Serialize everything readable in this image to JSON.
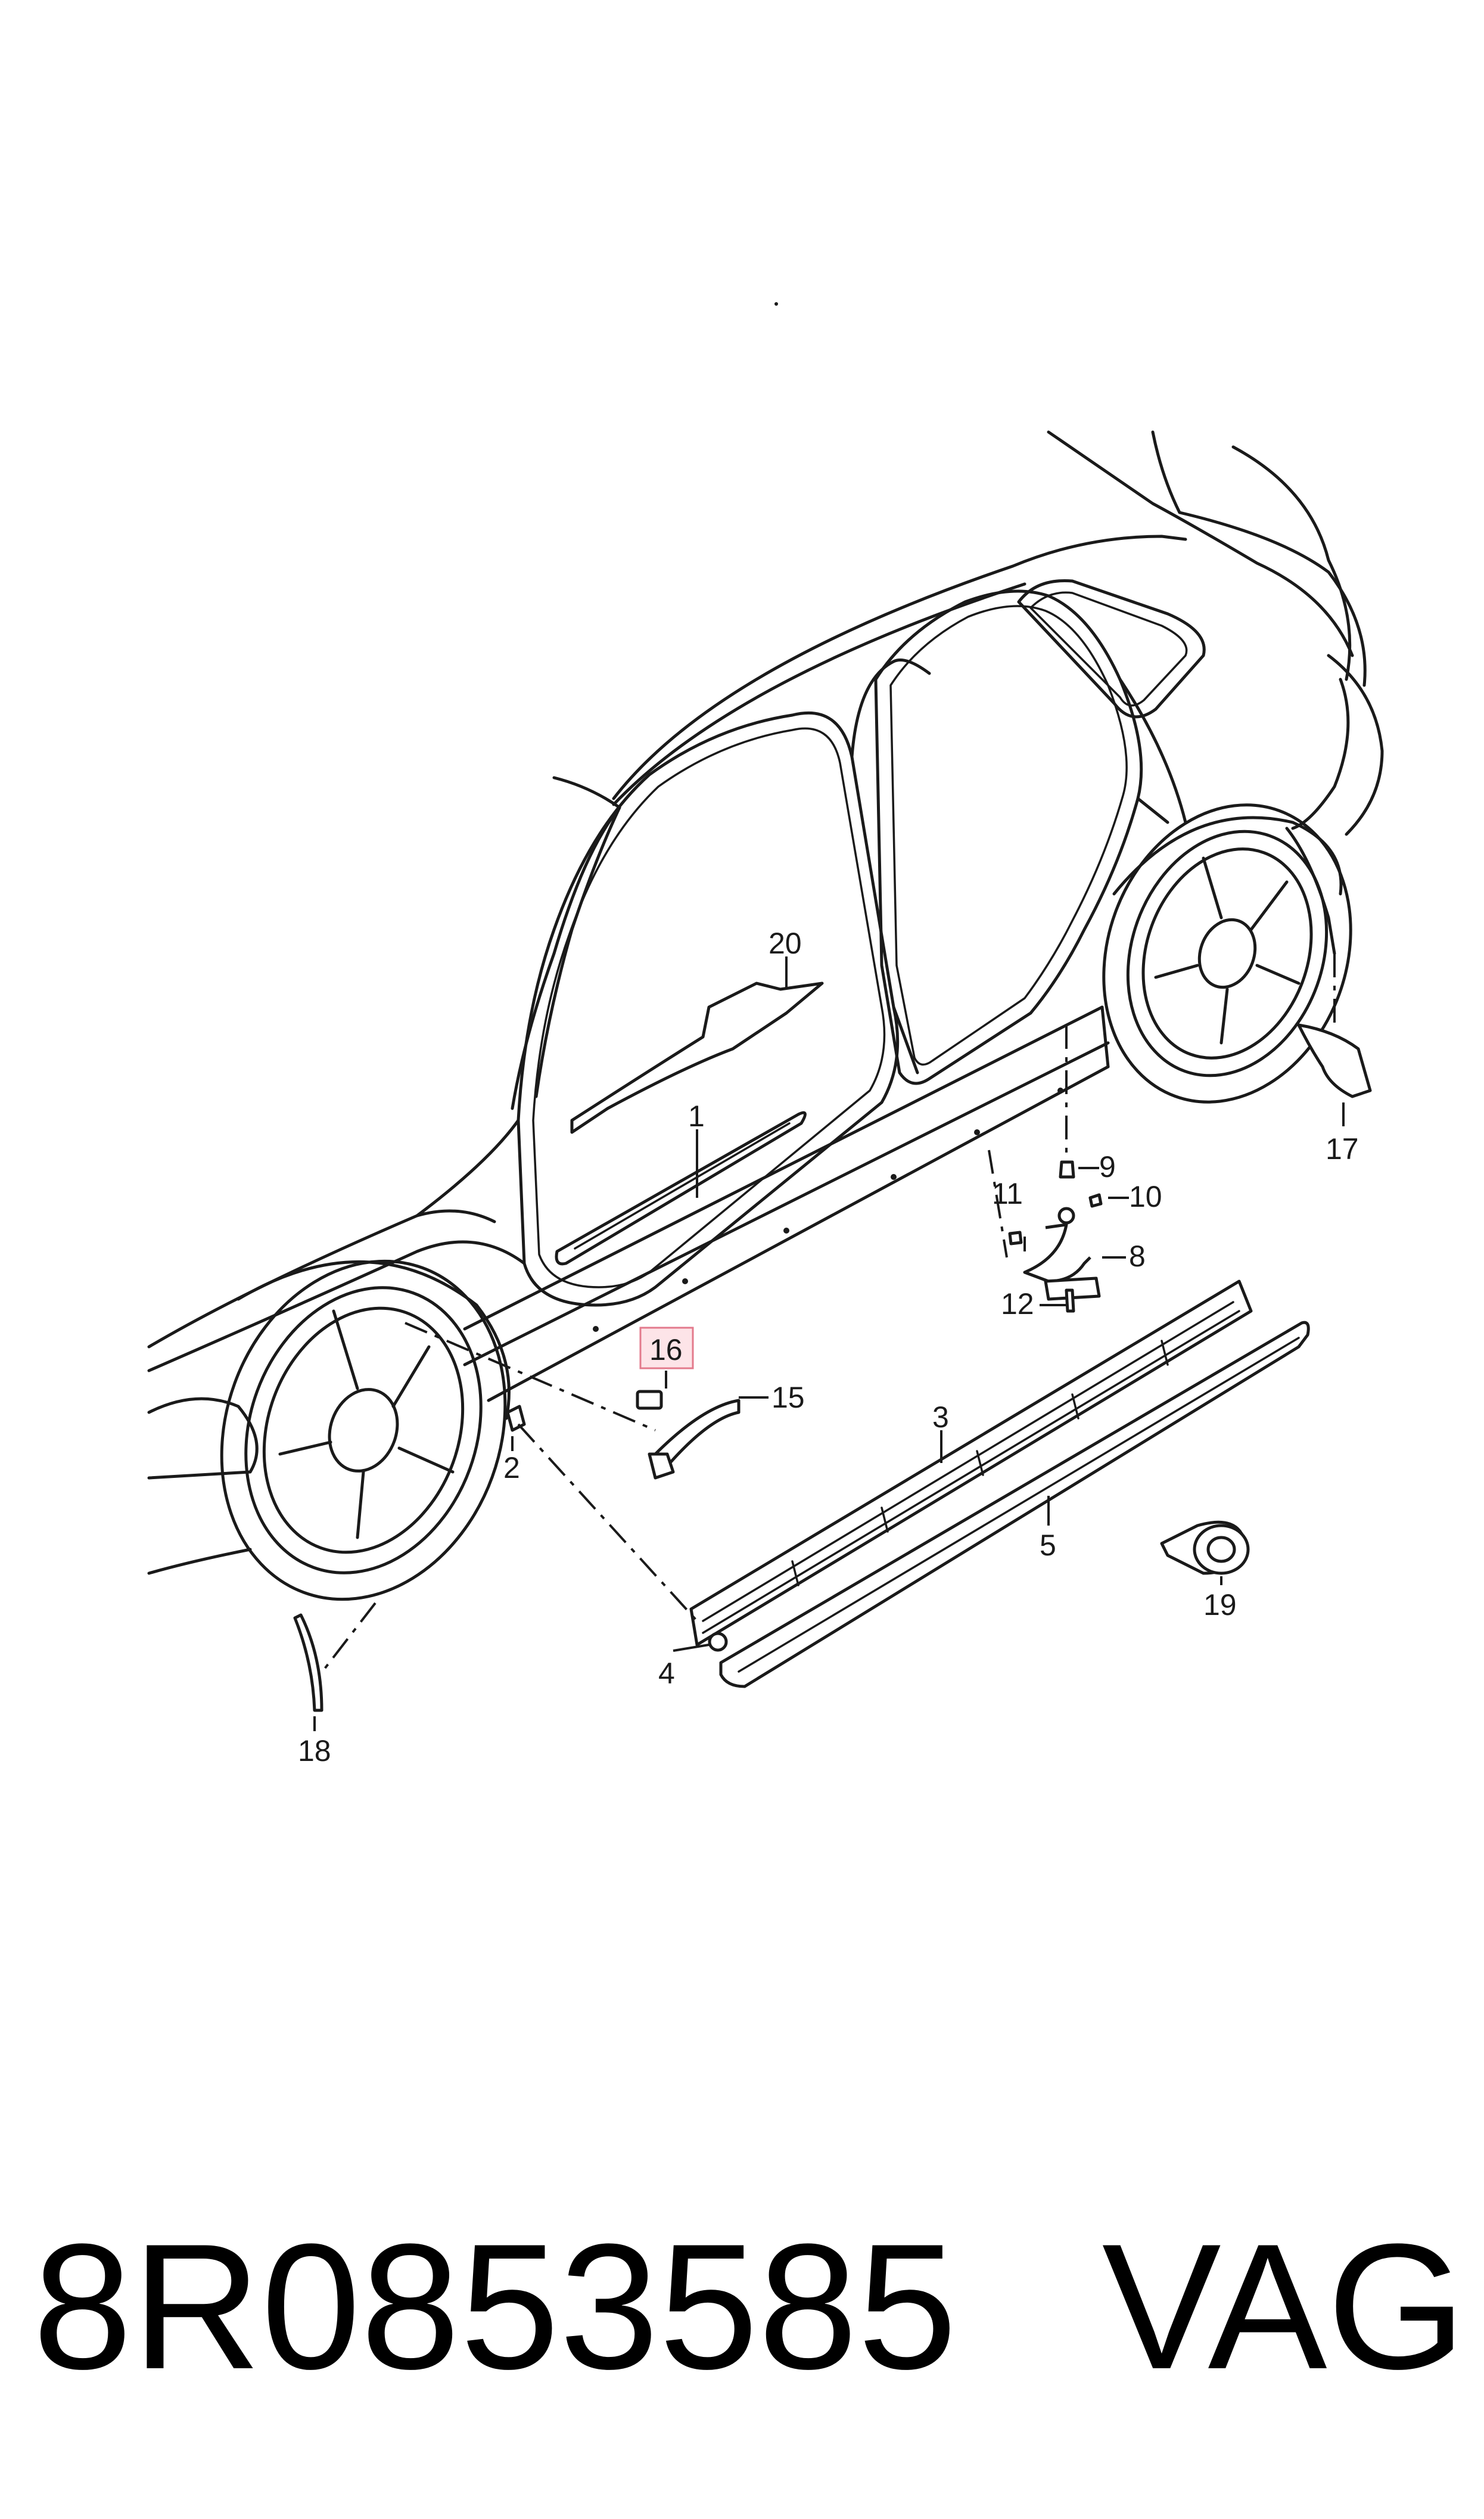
{
  "diagram": {
    "callouts": [
      {
        "id": "c1",
        "label": "1"
      },
      {
        "id": "c2",
        "label": "2"
      },
      {
        "id": "c3",
        "label": "3"
      },
      {
        "id": "c4",
        "label": "4"
      },
      {
        "id": "c5",
        "label": "5"
      },
      {
        "id": "c8",
        "label": "8"
      },
      {
        "id": "c9",
        "label": "9"
      },
      {
        "id": "c10",
        "label": "10"
      },
      {
        "id": "c11",
        "label": "11"
      },
      {
        "id": "c12",
        "label": "12"
      },
      {
        "id": "c15",
        "label": "15"
      },
      {
        "id": "c16",
        "label": "16",
        "highlighted": true
      },
      {
        "id": "c17",
        "label": "17"
      },
      {
        "id": "c18",
        "label": "18"
      },
      {
        "id": "c19",
        "label": "19"
      },
      {
        "id": "c20",
        "label": "20"
      }
    ],
    "highlight_color": "#fde4e8"
  },
  "footer": {
    "part_number": "8R0853585",
    "brand": "VAG"
  }
}
